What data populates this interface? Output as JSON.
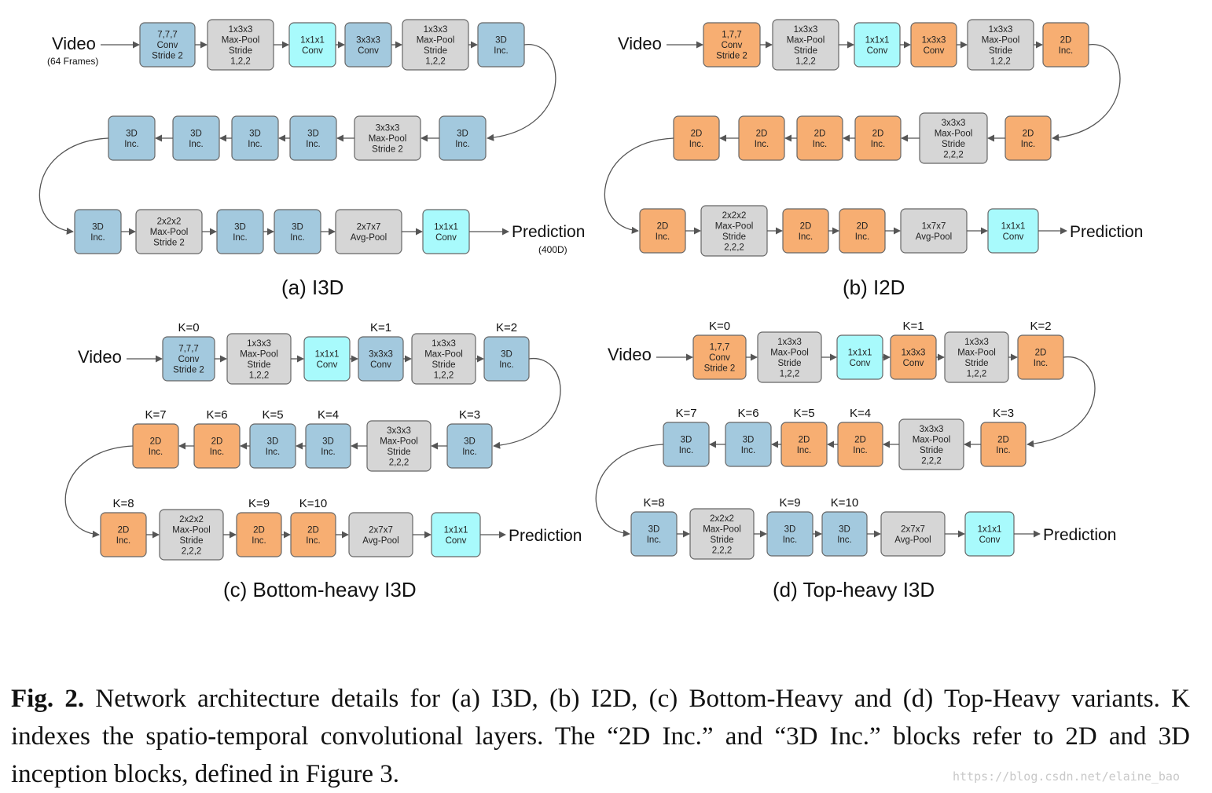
{
  "colors": {
    "blue": "#a3c9de",
    "orange": "#f7ae72",
    "gray": "#d6d6d6",
    "cyan": "#a8fafc",
    "stroke": "#666666",
    "arrow": "#555555"
  },
  "panels": [
    {
      "id": "a",
      "label": "(a)  I3D",
      "input": "Video",
      "input_sub": "(64 Frames)",
      "output": "Prediction",
      "output_sub": "(400D)",
      "rows": [
        [
          {
            "c": "blue",
            "lines": [
              "7,7,7",
              "Conv",
              "Stride 2"
            ]
          },
          {
            "c": "gray",
            "lines": [
              "1x3x3",
              "Max-Pool",
              "Stride",
              "1,2,2"
            ]
          },
          {
            "c": "cyan",
            "lines": [
              "1x1x1",
              "Conv"
            ]
          },
          {
            "c": "blue",
            "lines": [
              "3x3x3",
              "Conv"
            ]
          },
          {
            "c": "gray",
            "lines": [
              "1x3x3",
              "Max-Pool",
              "Stride",
              "1,2,2"
            ]
          },
          {
            "c": "blue",
            "lines": [
              "3D",
              "Inc."
            ]
          }
        ],
        [
          {
            "c": "blue",
            "lines": [
              "3D",
              "Inc."
            ]
          },
          {
            "c": "blue",
            "lines": [
              "3D",
              "Inc."
            ]
          },
          {
            "c": "blue",
            "lines": [
              "3D",
              "Inc."
            ]
          },
          {
            "c": "blue",
            "lines": [
              "3D",
              "Inc."
            ]
          },
          {
            "c": "gray",
            "lines": [
              "3x3x3",
              "Max-Pool",
              "Stride 2"
            ]
          },
          {
            "c": "blue",
            "lines": [
              "3D",
              "Inc."
            ]
          }
        ],
        [
          {
            "c": "blue",
            "lines": [
              "3D",
              "Inc."
            ]
          },
          {
            "c": "gray",
            "lines": [
              "2x2x2",
              "Max-Pool",
              "Stride 2"
            ]
          },
          {
            "c": "blue",
            "lines": [
              "3D",
              "Inc."
            ]
          },
          {
            "c": "blue",
            "lines": [
              "3D",
              "Inc."
            ]
          },
          {
            "c": "gray",
            "lines": [
              "2x7x7",
              "Avg-Pool"
            ]
          },
          {
            "c": "cyan",
            "lines": [
              "1x1x1",
              "Conv"
            ]
          }
        ]
      ]
    },
    {
      "id": "b",
      "label": "(b)  I2D",
      "input": "Video",
      "output": "Prediction",
      "rows": [
        [
          {
            "c": "orange",
            "lines": [
              "1,7,7",
              "Conv",
              "Stride 2"
            ]
          },
          {
            "c": "gray",
            "lines": [
              "1x3x3",
              "Max-Pool",
              "Stride",
              "1,2,2"
            ]
          },
          {
            "c": "cyan",
            "lines": [
              "1x1x1",
              "Conv"
            ]
          },
          {
            "c": "orange",
            "lines": [
              "1x3x3",
              "Conv"
            ]
          },
          {
            "c": "gray",
            "lines": [
              "1x3x3",
              "Max-Pool",
              "Stride",
              "1,2,2"
            ]
          },
          {
            "c": "orange",
            "lines": [
              "2D",
              "Inc."
            ]
          }
        ],
        [
          {
            "c": "orange",
            "lines": [
              "2D",
              "Inc."
            ]
          },
          {
            "c": "orange",
            "lines": [
              "2D",
              "Inc."
            ]
          },
          {
            "c": "orange",
            "lines": [
              "2D",
              "Inc."
            ]
          },
          {
            "c": "orange",
            "lines": [
              "2D",
              "Inc."
            ]
          },
          {
            "c": "gray",
            "lines": [
              "3x3x3",
              "Max-Pool",
              "Stride",
              "2,2,2"
            ]
          },
          {
            "c": "orange",
            "lines": [
              "2D",
              "Inc."
            ]
          }
        ],
        [
          {
            "c": "orange",
            "lines": [
              "2D",
              "Inc."
            ]
          },
          {
            "c": "gray",
            "lines": [
              "2x2x2",
              "Max-Pool",
              "Stride",
              "2,2,2"
            ]
          },
          {
            "c": "orange",
            "lines": [
              "2D",
              "Inc."
            ]
          },
          {
            "c": "orange",
            "lines": [
              "2D",
              "Inc."
            ]
          },
          {
            "c": "gray",
            "lines": [
              "1x7x7",
              "Avg-Pool"
            ]
          },
          {
            "c": "cyan",
            "lines": [
              "1x1x1",
              "Conv"
            ]
          }
        ]
      ]
    },
    {
      "id": "c",
      "label": "(c)  Bottom-heavy I3D",
      "input": "Video",
      "output": "Prediction",
      "rows": [
        [
          {
            "c": "blue",
            "lines": [
              "7,7,7",
              "Conv",
              "Stride 2"
            ],
            "k": "K=0"
          },
          {
            "c": "gray",
            "lines": [
              "1x3x3",
              "Max-Pool",
              "Stride",
              "1,2,2"
            ]
          },
          {
            "c": "cyan",
            "lines": [
              "1x1x1",
              "Conv"
            ]
          },
          {
            "c": "blue",
            "lines": [
              "3x3x3",
              "Conv"
            ],
            "k": "K=1"
          },
          {
            "c": "gray",
            "lines": [
              "1x3x3",
              "Max-Pool",
              "Stride",
              "1,2,2"
            ]
          },
          {
            "c": "blue",
            "lines": [
              "3D",
              "Inc."
            ],
            "k": "K=2"
          }
        ],
        [
          {
            "c": "orange",
            "lines": [
              "2D",
              "Inc."
            ],
            "k": "K=7"
          },
          {
            "c": "orange",
            "lines": [
              "2D",
              "Inc."
            ],
            "k": "K=6"
          },
          {
            "c": "blue",
            "lines": [
              "3D",
              "Inc."
            ],
            "k": "K=5"
          },
          {
            "c": "blue",
            "lines": [
              "3D",
              "Inc."
            ],
            "k": "K=4"
          },
          {
            "c": "gray",
            "lines": [
              "3x3x3",
              "Max-Pool",
              "Stride",
              "2,2,2"
            ]
          },
          {
            "c": "blue",
            "lines": [
              "3D",
              "Inc."
            ],
            "k": "K=3"
          }
        ],
        [
          {
            "c": "orange",
            "lines": [
              "2D",
              "Inc."
            ],
            "k": "K=8"
          },
          {
            "c": "gray",
            "lines": [
              "2x2x2",
              "Max-Pool",
              "Stride",
              "2,2,2"
            ]
          },
          {
            "c": "orange",
            "lines": [
              "2D",
              "Inc."
            ],
            "k": "K=9"
          },
          {
            "c": "orange",
            "lines": [
              "2D",
              "Inc."
            ],
            "k": "K=10"
          },
          {
            "c": "gray",
            "lines": [
              "2x7x7",
              "Avg-Pool"
            ]
          },
          {
            "c": "cyan",
            "lines": [
              "1x1x1",
              "Conv"
            ]
          }
        ]
      ]
    },
    {
      "id": "d",
      "label": "(d)  Top-heavy I3D",
      "input": "Video",
      "output": "Prediction",
      "rows": [
        [
          {
            "c": "orange",
            "lines": [
              "1,7,7",
              "Conv",
              "Stride 2"
            ],
            "k": "K=0"
          },
          {
            "c": "gray",
            "lines": [
              "1x3x3",
              "Max-Pool",
              "Stride",
              "1,2,2"
            ]
          },
          {
            "c": "cyan",
            "lines": [
              "1x1x1",
              "Conv"
            ]
          },
          {
            "c": "orange",
            "lines": [
              "1x3x3",
              "Conv"
            ],
            "k": "K=1"
          },
          {
            "c": "gray",
            "lines": [
              "1x3x3",
              "Max-Pool",
              "Stride",
              "1,2,2"
            ]
          },
          {
            "c": "orange",
            "lines": [
              "2D",
              "Inc."
            ],
            "k": "K=2"
          }
        ],
        [
          {
            "c": "blue",
            "lines": [
              "3D",
              "Inc."
            ],
            "k": "K=7"
          },
          {
            "c": "blue",
            "lines": [
              "3D",
              "Inc."
            ],
            "k": "K=6"
          },
          {
            "c": "orange",
            "lines": [
              "2D",
              "Inc."
            ],
            "k": "K=5"
          },
          {
            "c": "orange",
            "lines": [
              "2D",
              "Inc."
            ],
            "k": "K=4"
          },
          {
            "c": "gray",
            "lines": [
              "3x3x3",
              "Max-Pool",
              "Stride",
              "2,2,2"
            ]
          },
          {
            "c": "orange",
            "lines": [
              "2D",
              "Inc."
            ],
            "k": "K=3"
          }
        ],
        [
          {
            "c": "blue",
            "lines": [
              "3D",
              "Inc."
            ],
            "k": "K=8"
          },
          {
            "c": "gray",
            "lines": [
              "2x2x2",
              "Max-Pool",
              "Stride",
              "2,2,2"
            ]
          },
          {
            "c": "blue",
            "lines": [
              "3D",
              "Inc."
            ],
            "k": "K=9"
          },
          {
            "c": "blue",
            "lines": [
              "3D",
              "Inc."
            ],
            "k": "K=10"
          },
          {
            "c": "gray",
            "lines": [
              "2x7x7",
              "Avg-Pool"
            ]
          },
          {
            "c": "cyan",
            "lines": [
              "1x1x1",
              "Conv"
            ]
          }
        ]
      ]
    }
  ],
  "caption": {
    "label": "Fig. 2.",
    "text": " Network architecture details for (a) I3D, (b) I2D, (c) Bottom-Heavy and (d) Top-Heavy variants. K indexes the spatio-temporal convolutional layers. The “2D Inc.” and “3D Inc.” blocks refer to 2D and 3D inception blocks, defined in Figure 3."
  },
  "watermark": "https://blog.csdn.net/elaine_bao"
}
